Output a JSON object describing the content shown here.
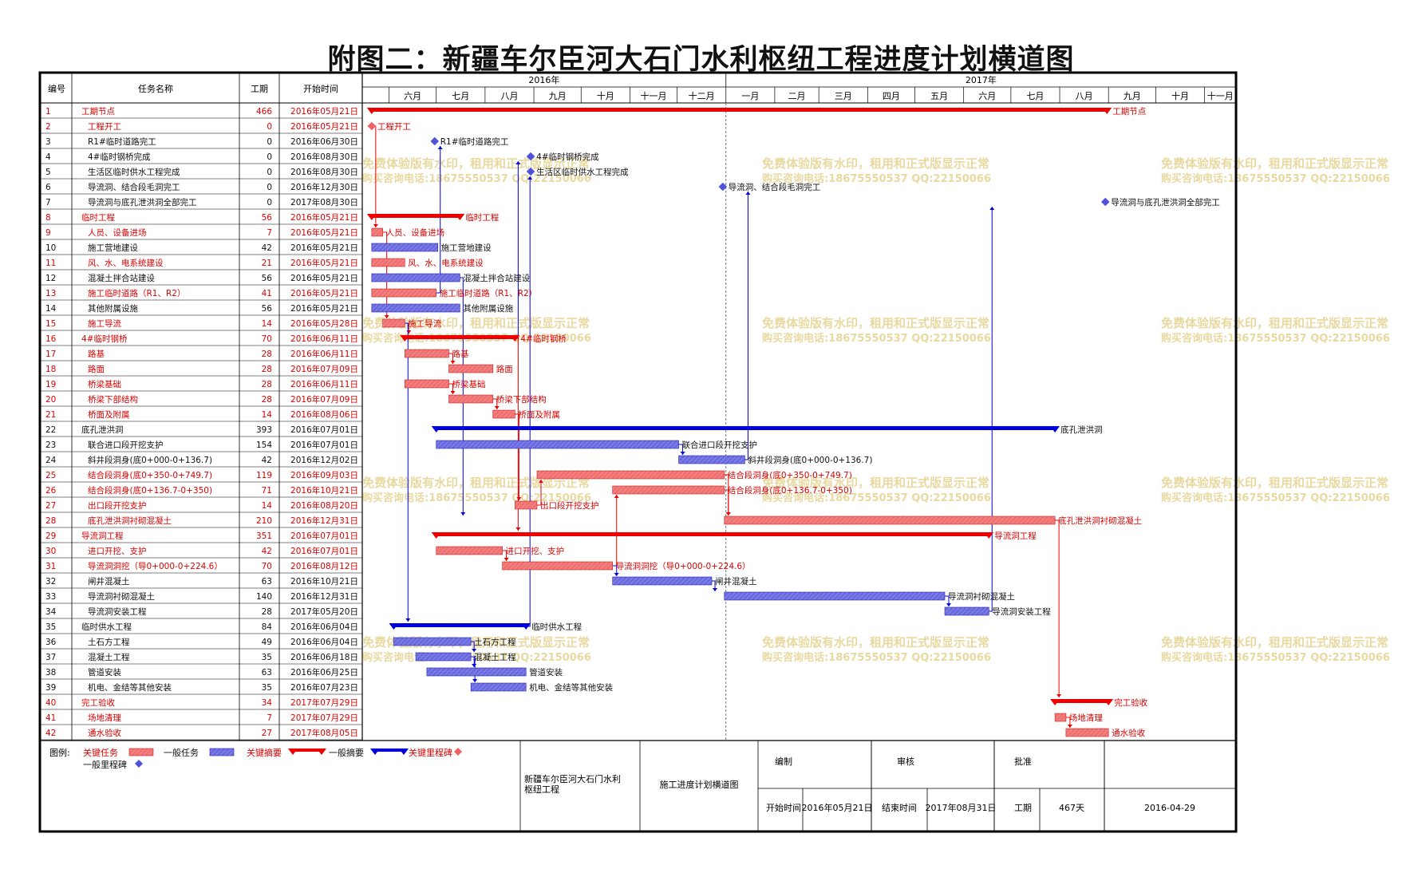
{
  "title": "附图二：新疆车尔臣河大石门水利枢纽工程进度计划横道图",
  "header": {
    "num": "编号",
    "name": "任务名称",
    "duration": "工期",
    "start": "开始时间"
  },
  "watermark": {
    "line1": "免费体验版有水印，租用和正式版显示正常",
    "line2": "购买咨询电话:18675550537 QQ:22150066"
  },
  "timescale": {
    "years": [
      "2016年",
      "2017年"
    ],
    "months": [
      {
        "label": "六月",
        "start": "2016-06-01"
      },
      {
        "label": "七月",
        "start": "2016-07-01"
      },
      {
        "label": "八月",
        "start": "2016-08-01"
      },
      {
        "label": "九月",
        "start": "2016-09-01"
      },
      {
        "label": "十月",
        "start": "2016-10-01"
      },
      {
        "label": "十一月",
        "start": "2016-11-01"
      },
      {
        "label": "十二月",
        "start": "2016-12-01"
      },
      {
        "label": "一月",
        "start": "2017-01-01"
      },
      {
        "label": "二月",
        "start": "2017-02-01"
      },
      {
        "label": "三月",
        "start": "2017-03-01"
      },
      {
        "label": "四月",
        "start": "2017-04-01"
      },
      {
        "label": "五月",
        "start": "2017-05-01"
      },
      {
        "label": "六月",
        "start": "2017-06-01"
      },
      {
        "label": "七月",
        "start": "2017-07-01"
      },
      {
        "label": "八月",
        "start": "2017-08-01"
      },
      {
        "label": "九月",
        "start": "2017-09-01"
      },
      {
        "label": "十月",
        "start": "2017-10-01"
      },
      {
        "label": "十一月",
        "start": "2017-11-01"
      }
    ],
    "range_start": "2016-05-15",
    "range_end": "2017-11-20",
    "status_date": "2016-12-31"
  },
  "colors": {
    "critical": "#ee0000",
    "critical_fill": "#f07070",
    "normal": "#0000dd",
    "normal_fill": "#6a6ae0",
    "critical_text": "#dd0000",
    "normal_text": "#111111",
    "milestone_critical": "#f06060",
    "milestone_normal": "#5050dd",
    "watermark": "#e8d9a0"
  },
  "chart_data": {
    "type": "gantt",
    "x_axis": "date",
    "tasks": [
      {
        "id": "1",
        "name": "工期节点",
        "duration": "466",
        "start": "2016年05月21日",
        "s": "2016-05-21",
        "e": "2017-08-30",
        "kind": "summary",
        "critical": true,
        "indent": 0,
        "label": "工期节点"
      },
      {
        "id": "2",
        "name": "工程开工",
        "duration": "0",
        "start": "2016年05月21日",
        "s": "2016-05-21",
        "e": "2016-05-21",
        "kind": "milestone",
        "critical": true,
        "indent": 1,
        "label": "工程开工"
      },
      {
        "id": "3",
        "name": "R1#临时道路完工",
        "duration": "0",
        "start": "2016年06月30日",
        "s": "2016-06-30",
        "e": "2016-06-30",
        "kind": "milestone",
        "critical": false,
        "indent": 1,
        "label": "R1#临时道路完工"
      },
      {
        "id": "4",
        "name": "4#临时钢桥完成",
        "duration": "0",
        "start": "2016年08月30日",
        "s": "2016-08-30",
        "e": "2016-08-30",
        "kind": "milestone",
        "critical": false,
        "indent": 1,
        "label": "4#临时钢桥完成"
      },
      {
        "id": "5",
        "name": "生活区临时供水工程完成",
        "duration": "0",
        "start": "2016年08月30日",
        "s": "2016-08-30",
        "e": "2016-08-30",
        "kind": "milestone",
        "critical": false,
        "indent": 1,
        "label": "生活区临时供水工程完成"
      },
      {
        "id": "6",
        "name": "导流洞、结合段毛洞完工",
        "duration": "0",
        "start": "2016年12月30日",
        "s": "2016-12-30",
        "e": "2016-12-30",
        "kind": "milestone",
        "critical": false,
        "indent": 1,
        "label": "导流洞、结合段毛洞完工"
      },
      {
        "id": "7",
        "name": "导流洞与底孔泄洪洞全部完工",
        "duration": "0",
        "start": "2017年08月30日",
        "s": "2017-08-30",
        "e": "2017-08-30",
        "kind": "milestone",
        "critical": false,
        "indent": 1,
        "label": "导流洞与底孔泄洪洞全部完工"
      },
      {
        "id": "8",
        "name": "临时工程",
        "duration": "56",
        "start": "2016年05月21日",
        "s": "2016-05-21",
        "e": "2016-07-15",
        "kind": "summary",
        "critical": true,
        "indent": 0,
        "label": "临时工程"
      },
      {
        "id": "9",
        "name": "人员、设备进场",
        "duration": "7",
        "start": "2016年05月21日",
        "s": "2016-05-21",
        "e": "2016-05-27",
        "kind": "task",
        "critical": true,
        "indent": 1,
        "label": "人员、设备进场"
      },
      {
        "id": "10",
        "name": "施工营地建设",
        "duration": "42",
        "start": "2016年05月21日",
        "s": "2016-05-21",
        "e": "2016-07-01",
        "kind": "task",
        "critical": false,
        "indent": 1,
        "label": "施工营地建设"
      },
      {
        "id": "11",
        "name": "风、水、电系统建设",
        "duration": "21",
        "start": "2016年05月21日",
        "s": "2016-05-21",
        "e": "2016-06-10",
        "kind": "task",
        "critical": true,
        "indent": 1,
        "label": "风、水、电系统建设"
      },
      {
        "id": "12",
        "name": "混凝土拌合站建设",
        "duration": "56",
        "start": "2016年05月21日",
        "s": "2016-05-21",
        "e": "2016-07-15",
        "kind": "task",
        "critical": false,
        "indent": 1,
        "label": "混凝土拌合站建设"
      },
      {
        "id": "13",
        "name": "施工临时道路（R1、R2）",
        "duration": "41",
        "start": "2016年05月21日",
        "s": "2016-05-21",
        "e": "2016-06-30",
        "kind": "task",
        "critical": true,
        "indent": 1,
        "label": "施工临时道路（R1、R2）"
      },
      {
        "id": "14",
        "name": "其他附属设施",
        "duration": "56",
        "start": "2016年05月21日",
        "s": "2016-05-21",
        "e": "2016-07-15",
        "kind": "task",
        "critical": false,
        "indent": 1,
        "label": "其他附属设施"
      },
      {
        "id": "15",
        "name": "施工导流",
        "duration": "14",
        "start": "2016年05月28日",
        "s": "2016-05-28",
        "e": "2016-06-10",
        "kind": "task",
        "critical": true,
        "indent": 1,
        "label": "施工导流"
      },
      {
        "id": "16",
        "name": "4#临时钢桥",
        "duration": "70",
        "start": "2016年06月11日",
        "s": "2016-06-11",
        "e": "2016-08-19",
        "kind": "summary",
        "critical": true,
        "indent": 0,
        "label": "4#临时钢桥"
      },
      {
        "id": "17",
        "name": "路基",
        "duration": "28",
        "start": "2016年06月11日",
        "s": "2016-06-11",
        "e": "2016-07-08",
        "kind": "task",
        "critical": true,
        "indent": 1,
        "label": "路基"
      },
      {
        "id": "18",
        "name": "路面",
        "duration": "28",
        "start": "2016年07月09日",
        "s": "2016-07-09",
        "e": "2016-08-05",
        "kind": "task",
        "critical": true,
        "indent": 1,
        "label": "路面"
      },
      {
        "id": "19",
        "name": "桥梁基础",
        "duration": "28",
        "start": "2016年06月11日",
        "s": "2016-06-11",
        "e": "2016-07-08",
        "kind": "task",
        "critical": true,
        "indent": 1,
        "label": "桥梁基础"
      },
      {
        "id": "20",
        "name": "桥梁下部结构",
        "duration": "28",
        "start": "2016年07月09日",
        "s": "2016-07-09",
        "e": "2016-08-05",
        "kind": "task",
        "critical": true,
        "indent": 1,
        "label": "桥梁下部结构"
      },
      {
        "id": "21",
        "name": "桥面及附属",
        "duration": "14",
        "start": "2016年08月06日",
        "s": "2016-08-06",
        "e": "2016-08-19",
        "kind": "task",
        "critical": true,
        "indent": 1,
        "label": "桥面及附属"
      },
      {
        "id": "22",
        "name": "底孔泄洪洞",
        "duration": "393",
        "start": "2016年07月01日",
        "s": "2016-07-01",
        "e": "2017-07-28",
        "kind": "summary",
        "critical": false,
        "indent": 0,
        "label": "底孔泄洪洞"
      },
      {
        "id": "23",
        "name": "联合进口段开挖支护",
        "duration": "154",
        "start": "2016年07月01日",
        "s": "2016-07-01",
        "e": "2016-12-01",
        "kind": "task",
        "critical": false,
        "indent": 1,
        "label": "联合进口段开挖支护"
      },
      {
        "id": "24",
        "name": "斜井段洞身(底0+000-0+136.7)",
        "duration": "42",
        "start": "2016年12月02日",
        "s": "2016-12-02",
        "e": "2017-01-12",
        "kind": "task",
        "critical": false,
        "indent": 1,
        "label": "斜井段洞身(底0+000-0+136.7)"
      },
      {
        "id": "25",
        "name": "结合段洞身(底0+350-0+749.7)",
        "duration": "119",
        "start": "2016年09月03日",
        "s": "2016-09-03",
        "e": "2016-12-30",
        "kind": "task",
        "critical": true,
        "indent": 1,
        "label": "结合段洞身(底0+350-0+749.7)"
      },
      {
        "id": "26",
        "name": "结合段洞身(底0+136.7-0+350)",
        "duration": "71",
        "start": "2016年10月21日",
        "s": "2016-10-21",
        "e": "2016-12-30",
        "kind": "task",
        "critical": true,
        "indent": 1,
        "label": "结合段洞身(底0+136.7-0+350)"
      },
      {
        "id": "27",
        "name": "出口段开挖支护",
        "duration": "14",
        "start": "2016年08月20日",
        "s": "2016-08-20",
        "e": "2016-09-02",
        "kind": "task",
        "critical": true,
        "indent": 1,
        "label": "出口段开挖支护"
      },
      {
        "id": "28",
        "name": "底孔泄洪洞衬砌混凝土",
        "duration": "210",
        "start": "2016年12月31日",
        "s": "2016-12-31",
        "e": "2017-07-28",
        "kind": "task",
        "critical": true,
        "indent": 1,
        "label": "底孔泄洪洞衬砌混凝土"
      },
      {
        "id": "29",
        "name": "导流洞工程",
        "duration": "351",
        "start": "2016年07月01日",
        "s": "2016-07-01",
        "e": "2017-06-16",
        "kind": "summary",
        "critical": true,
        "indent": 0,
        "label": "导流洞工程"
      },
      {
        "id": "30",
        "name": "进口开挖、支护",
        "duration": "42",
        "start": "2016年07月01日",
        "s": "2016-07-01",
        "e": "2016-08-11",
        "kind": "task",
        "critical": true,
        "indent": 1,
        "label": "进口开挖、支护"
      },
      {
        "id": "31",
        "name": "导流洞洞挖（导0+000-0+224.6）",
        "duration": "70",
        "start": "2016年08月12日",
        "s": "2016-08-12",
        "e": "2016-10-20",
        "kind": "task",
        "critical": true,
        "indent": 1,
        "label": "导流洞洞挖（导0+000-0+224.6）"
      },
      {
        "id": "32",
        "name": "闸井混凝土",
        "duration": "63",
        "start": "2016年10月21日",
        "s": "2016-10-21",
        "e": "2016-12-22",
        "kind": "task",
        "critical": false,
        "indent": 1,
        "label": "闸井混凝土"
      },
      {
        "id": "33",
        "name": "导流洞衬砌混凝土",
        "duration": "140",
        "start": "2016年12月31日",
        "s": "2016-12-31",
        "e": "2017-05-19",
        "kind": "task",
        "critical": false,
        "indent": 1,
        "label": "导流洞衬砌混凝土"
      },
      {
        "id": "34",
        "name": "导流洞安装工程",
        "duration": "28",
        "start": "2017年05月20日",
        "s": "2017-05-20",
        "e": "2017-06-16",
        "kind": "task",
        "critical": false,
        "indent": 1,
        "label": "导流洞安装工程"
      },
      {
        "id": "35",
        "name": "临时供水工程",
        "duration": "84",
        "start": "2016年06月04日",
        "s": "2016-06-04",
        "e": "2016-08-26",
        "kind": "summary",
        "critical": false,
        "indent": 0,
        "label": "临时供水工程"
      },
      {
        "id": "36",
        "name": "土石方工程",
        "duration": "49",
        "start": "2016年06月04日",
        "s": "2016-06-04",
        "e": "2016-07-22",
        "kind": "task",
        "critical": false,
        "indent": 1,
        "label": "土石方工程"
      },
      {
        "id": "37",
        "name": "混凝土工程",
        "duration": "35",
        "start": "2016年06月18日",
        "s": "2016-06-18",
        "e": "2016-07-22",
        "kind": "task",
        "critical": false,
        "indent": 1,
        "label": "混凝土工程"
      },
      {
        "id": "38",
        "name": "管道安装",
        "duration": "63",
        "start": "2016年06月25日",
        "s": "2016-06-25",
        "e": "2016-08-26",
        "kind": "task",
        "critical": false,
        "indent": 1,
        "label": "管道安装"
      },
      {
        "id": "39",
        "name": "机电、金结等其他安装",
        "duration": "35",
        "start": "2016年07月23日",
        "s": "2016-07-23",
        "e": "2016-08-26",
        "kind": "task",
        "critical": false,
        "indent": 1,
        "label": "机电、金结等其他安装"
      },
      {
        "id": "40",
        "name": "完工验收",
        "duration": "34",
        "start": "2017年07月29日",
        "s": "2017-07-29",
        "e": "2017-08-31",
        "kind": "summary",
        "critical": true,
        "indent": 0,
        "label": "完工验收"
      },
      {
        "id": "41",
        "name": "场地清理",
        "duration": "7",
        "start": "2017年07月29日",
        "s": "2017-07-29",
        "e": "2017-08-04",
        "kind": "task",
        "critical": true,
        "indent": 1,
        "label": "场地清理"
      },
      {
        "id": "42",
        "name": "通水验收",
        "duration": "27",
        "start": "2017年08月05日",
        "s": "2017-08-05",
        "e": "2017-08-31",
        "kind": "task",
        "critical": true,
        "indent": 1,
        "label": "通水验收"
      }
    ],
    "links": [
      [
        "2",
        "9"
      ],
      [
        "9",
        "15"
      ],
      [
        "15",
        "16"
      ],
      [
        "15",
        "35"
      ],
      [
        "13",
        "3"
      ],
      [
        "16",
        "4"
      ],
      [
        "16",
        "29"
      ],
      [
        "17",
        "18"
      ],
      [
        "19",
        "20"
      ],
      [
        "20",
        "21"
      ],
      [
        "21",
        "27"
      ],
      [
        "27",
        "25"
      ],
      [
        "30",
        "31"
      ],
      [
        "31",
        "26"
      ],
      [
        "31",
        "32"
      ],
      [
        "23",
        "24"
      ],
      [
        "25",
        "28"
      ],
      [
        "26",
        "28"
      ],
      [
        "32",
        "33"
      ],
      [
        "33",
        "34"
      ],
      [
        "28",
        "40"
      ],
      [
        "41",
        "42"
      ],
      [
        "34",
        "7"
      ],
      [
        "36",
        "37"
      ],
      [
        "37",
        "38"
      ],
      [
        "37",
        "39"
      ],
      [
        "24",
        "6"
      ],
      [
        "35",
        "5"
      ],
      [
        "12",
        "28"
      ]
    ]
  },
  "legend": {
    "label": "图例:",
    "items": [
      {
        "text": "关键任务",
        "type": "task",
        "critical": true
      },
      {
        "text": "一般任务",
        "type": "task",
        "critical": false
      },
      {
        "text": "关键摘要",
        "type": "summary",
        "critical": true
      },
      {
        "text": "一般摘要",
        "type": "summary",
        "critical": false
      },
      {
        "text": "关键里程碑",
        "type": "milestone",
        "critical": true
      },
      {
        "text": "一般里程碑",
        "type": "milestone",
        "critical": false
      }
    ]
  },
  "footer": {
    "project": "新疆车尔臣河大石门水利枢纽工程",
    "plan_name": "施工进度计划横道图",
    "prepared_label": "编制",
    "review_label": "审核",
    "approve_label": "批准",
    "start_label": "开始时间",
    "start_value": "2016年05月21日",
    "end_label": "结束时间",
    "end_value": "2017年08月31日",
    "duration_label": "工期",
    "duration_value": "467天",
    "date": "2016-04-29"
  }
}
